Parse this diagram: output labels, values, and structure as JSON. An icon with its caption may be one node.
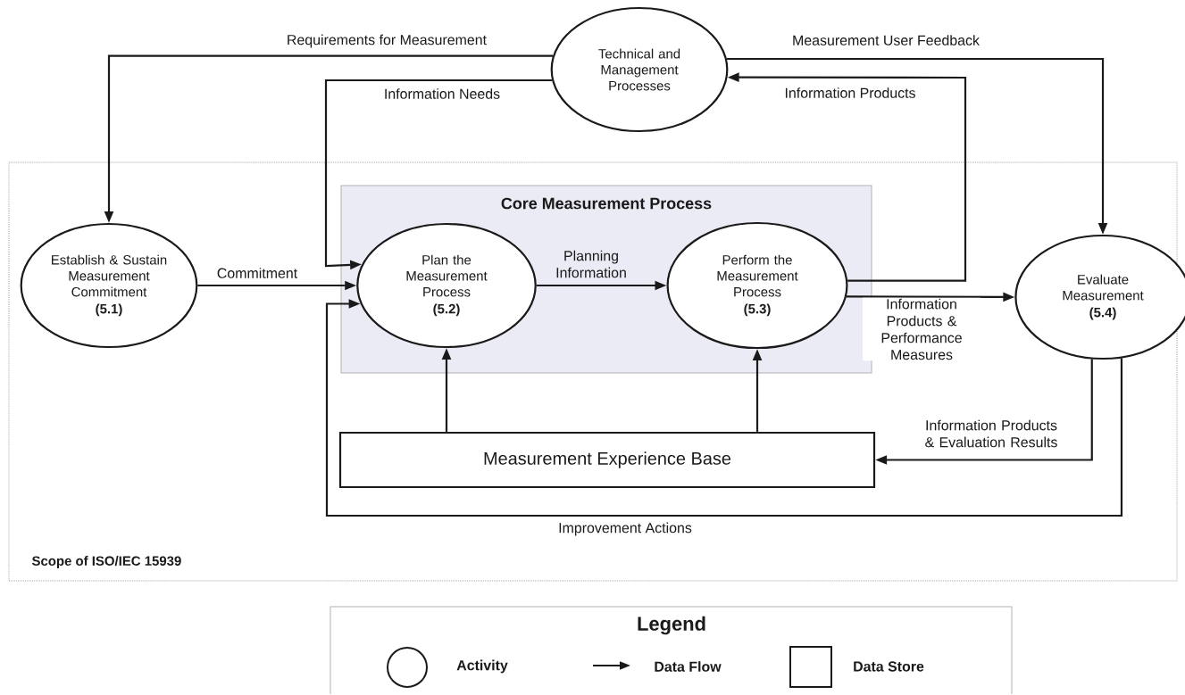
{
  "diagram": {
    "nodes": [
      {
        "text": [
          "Technical and Management Processes"
        ]
      },
      {
        "text": [
          "Scope of ISO/IEC 15939"
        ]
      },
      {
        "text": [
          "Establish & Sustain Measurement Commitment",
          "(5.1)"
        ],
        "in": 1
      },
      {
        "text": [
          "Core Measurement Process"
        ],
        "in": 1
      },
      {
        "text": [
          "Plan the Measurement Process",
          "(5.2)"
        ],
        "in": 3
      },
      {
        "text": [
          "Perform the Measurement Process",
          "(5.3)"
        ],
        "in": 3
      },
      {
        "text": [
          "Evaluate Measurement",
          "(5.4)"
        ],
        "in": 1
      },
      {
        "text": [
          "Measurement Experience Base"
        ],
        "in": 1
      }
    ],
    "edges": [
      {
        "from": 0,
        "to": 2,
        "arrow": "to",
        "label": "Requirements for Measurement"
      },
      {
        "from": 0,
        "to": 4,
        "arrow": "to",
        "label": "Information Needs"
      },
      {
        "from": 2,
        "to": 4,
        "arrow": "to",
        "label": "Commitment"
      },
      {
        "from": 4,
        "to": 5,
        "arrow": "to",
        "label": "Planning Information"
      },
      {
        "from": 5,
        "to": 0,
        "arrow": "to",
        "label": "Information Products"
      },
      {
        "from": 0,
        "to": 6,
        "arrow": "to",
        "label": "Measurement User Feedback"
      },
      {
        "from": 5,
        "to": 6,
        "arrow": "to",
        "label": "Information Products & Performance Measures"
      },
      {
        "from": 6,
        "to": 7,
        "arrow": "to",
        "label": "Information Products & Evaluation Results"
      },
      {
        "from": 6,
        "to": 4,
        "arrow": "to",
        "label": "Improvement Actions"
      },
      {
        "from": 7,
        "to": 4,
        "arrow": "to"
      },
      {
        "from": 7,
        "to": 5,
        "arrow": "to"
      }
    ],
    "labels": [
      "Legend"
    ],
    "legend": [
      {
        "text": "Activity"
      },
      {
        "text": "Data Flow"
      },
      {
        "text": "Data Store"
      }
    ]
  }
}
